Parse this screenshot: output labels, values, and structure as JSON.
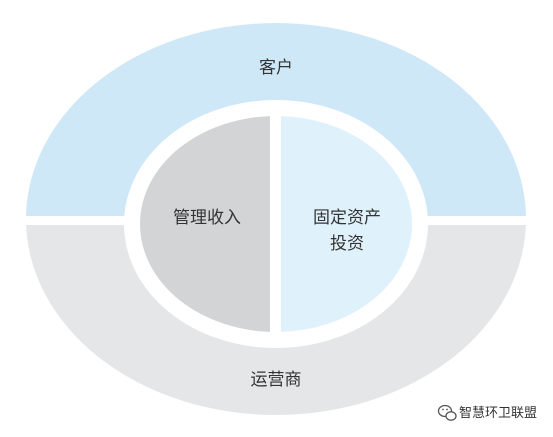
{
  "diagram": {
    "top_band_label": "客户",
    "bottom_band_label": "运营商",
    "left_core_label": "管理收入",
    "right_core_label_line1": "固定资产",
    "right_core_label_line2": "投资"
  },
  "watermark": {
    "text": "智慧环卫联盟",
    "icon": "wechat-icon"
  },
  "colors": {
    "top_band": "#cfe8f8",
    "bottom_band": "#e5e6e8",
    "left_core": "#d3d4d6",
    "right_core": "#dff1fb",
    "separator": "#ffffff",
    "text": "#333333"
  }
}
